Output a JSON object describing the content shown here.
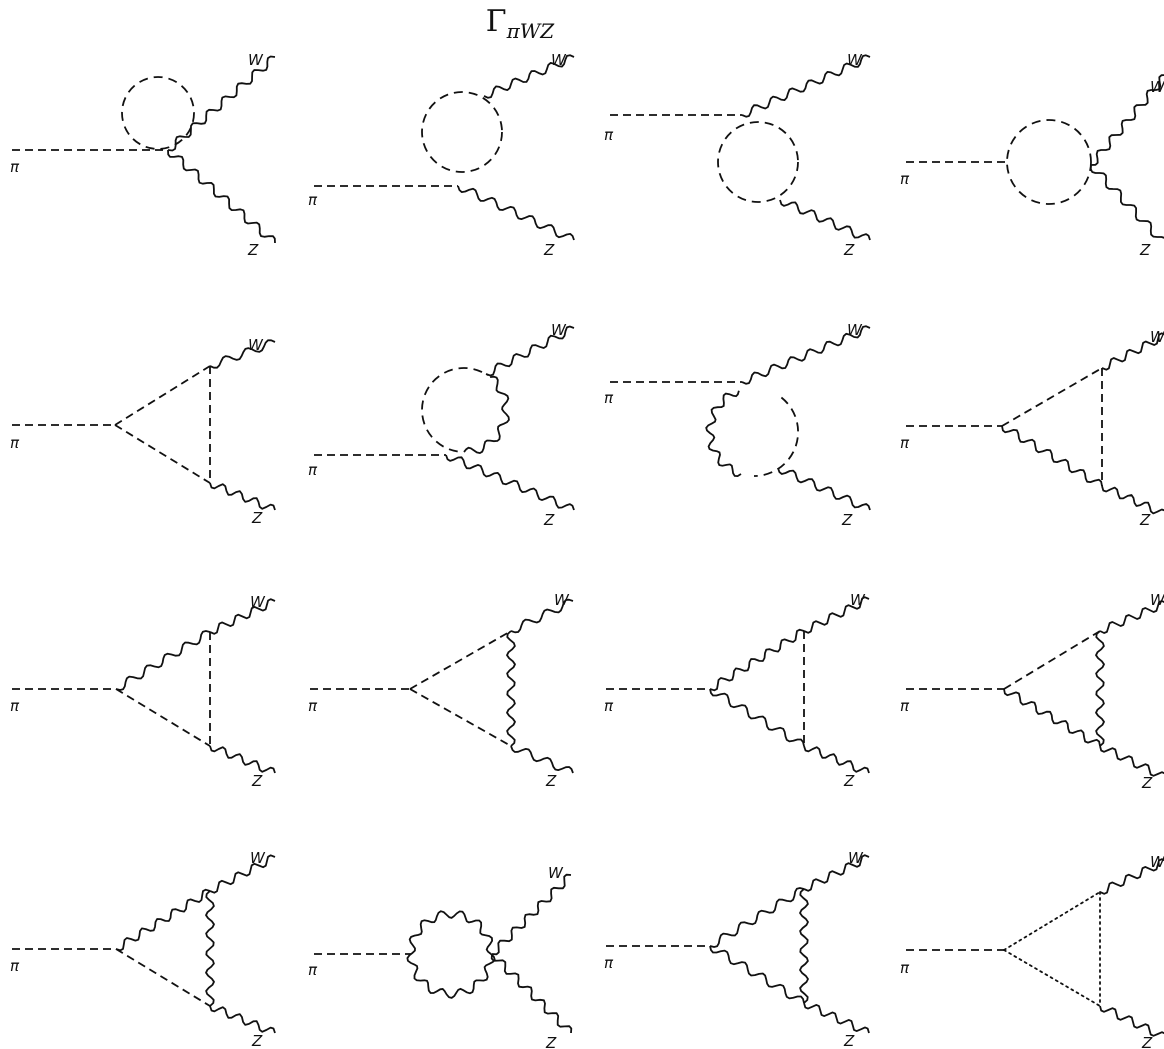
{
  "title": {
    "main": "Γ",
    "subscript": "πWZ"
  },
  "labels": {
    "in": "π",
    "out_top": "W",
    "out_bottom": "Z"
  },
  "colors": {
    "line": "#111111",
    "background": "#ffffff"
  },
  "diagrams": [
    {
      "row": 0,
      "col": 0,
      "kind": "scalar-tadpole-at-vertex"
    },
    {
      "row": 0,
      "col": 1,
      "kind": "scalar-bubble-pi-side"
    },
    {
      "row": 0,
      "col": 2,
      "kind": "scalar-bubble-pi-side-mirrored"
    },
    {
      "row": 0,
      "col": 3,
      "kind": "scalar-bubble-s-channel"
    },
    {
      "row": 1,
      "col": 0,
      "kind": "scalar-triangle"
    },
    {
      "row": 1,
      "col": 1,
      "kind": "scalar-gauge-bubble"
    },
    {
      "row": 1,
      "col": 2,
      "kind": "gauge-scalar-bubble"
    },
    {
      "row": 1,
      "col": 3,
      "kind": "triangle-dashed-wavy-dashed"
    },
    {
      "row": 2,
      "col": 0,
      "kind": "triangle-wavy-dashed-dashed"
    },
    {
      "row": 2,
      "col": 1,
      "kind": "triangle-dashed-dashed-wavy"
    },
    {
      "row": 2,
      "col": 2,
      "kind": "triangle-wavy-wavy-dashed"
    },
    {
      "row": 2,
      "col": 3,
      "kind": "triangle-dashed-wavy-wavy"
    },
    {
      "row": 3,
      "col": 0,
      "kind": "triangle-wavy-dashed-wavy"
    },
    {
      "row": 3,
      "col": 1,
      "kind": "gauge-bubble-s-channel"
    },
    {
      "row": 3,
      "col": 2,
      "kind": "triangle-wavy-wavy-wavy"
    },
    {
      "row": 3,
      "col": 3,
      "kind": "ghost-triangle"
    }
  ]
}
